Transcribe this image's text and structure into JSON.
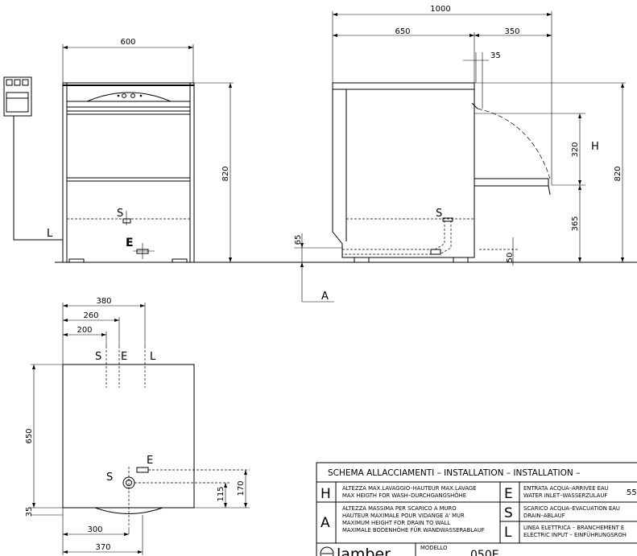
{
  "front_view": {
    "width_dim": "600",
    "height_dim": "820",
    "label_s": "S",
    "label_e": "E",
    "label_l": "L"
  },
  "side_view": {
    "total_dim": "1000",
    "depth_dim": "650",
    "door_dim": "350",
    "gap_dim": "35",
    "opening_dim": "320",
    "bottom_dim": "365",
    "height_dim": "820",
    "label_h": "H",
    "drain_dim": "65",
    "foot_dim": "50",
    "label_s": "S",
    "label_a": "A"
  },
  "plan_view": {
    "dim_380": "380",
    "dim_260": "260",
    "dim_200": "200",
    "label_s": "S",
    "label_e": "E",
    "label_l": "L",
    "dim_650": "650",
    "dim_35": "35",
    "dim_300": "300",
    "dim_370": "370",
    "dim_115": "115",
    "dim_170": "170",
    "label_e2": "E",
    "label_s2": "S"
  },
  "title_block": {
    "title": "SCHEMA ALLACCIAMENTI  –  INSTALLATION  –  INSTALLATION  –",
    "rows": [
      {
        "letter": "H",
        "line1": "ALTEZZA MAX.LAVAGGIO–HAUTEUR MAX.LAVAGE",
        "line2": "MAX HEIGTH FOR WASH–DURCHGANGSHÖHE"
      },
      {
        "letter": "A",
        "line1": "ALTEZZA MASSIMA PER SCARICO A MURO",
        "line2": "HAUTEUR MAXIMALE POUR VIDANGE A' MUR",
        "line3": "MAXIMUM HEIGHT FOR DRAIN TO WALL",
        "line4": "MAXIMALE BODENHÖHE FÜR WANDWASSERABLAUF"
      }
    ],
    "right_rows": [
      {
        "letter": "E",
        "line1": "ENTRATA ACQUA–ARRIVEE EAU",
        "line2": "WATER INLET–WASSERZULAUF",
        "extra": "55"
      },
      {
        "letter": "S",
        "line1": "SCARICO ACQUA–EVACUATION EAU",
        "line2": "DRAIN–ABLAUF"
      },
      {
        "letter": "L",
        "line1": "LINEA ELETTRICA – BRANCHEMENT E",
        "line2": "ELECTRIC INPUT – EINFÜHRUNGSROH"
      }
    ],
    "logo": "lamber",
    "model_label": "MODELLO",
    "model_value": "050E"
  }
}
